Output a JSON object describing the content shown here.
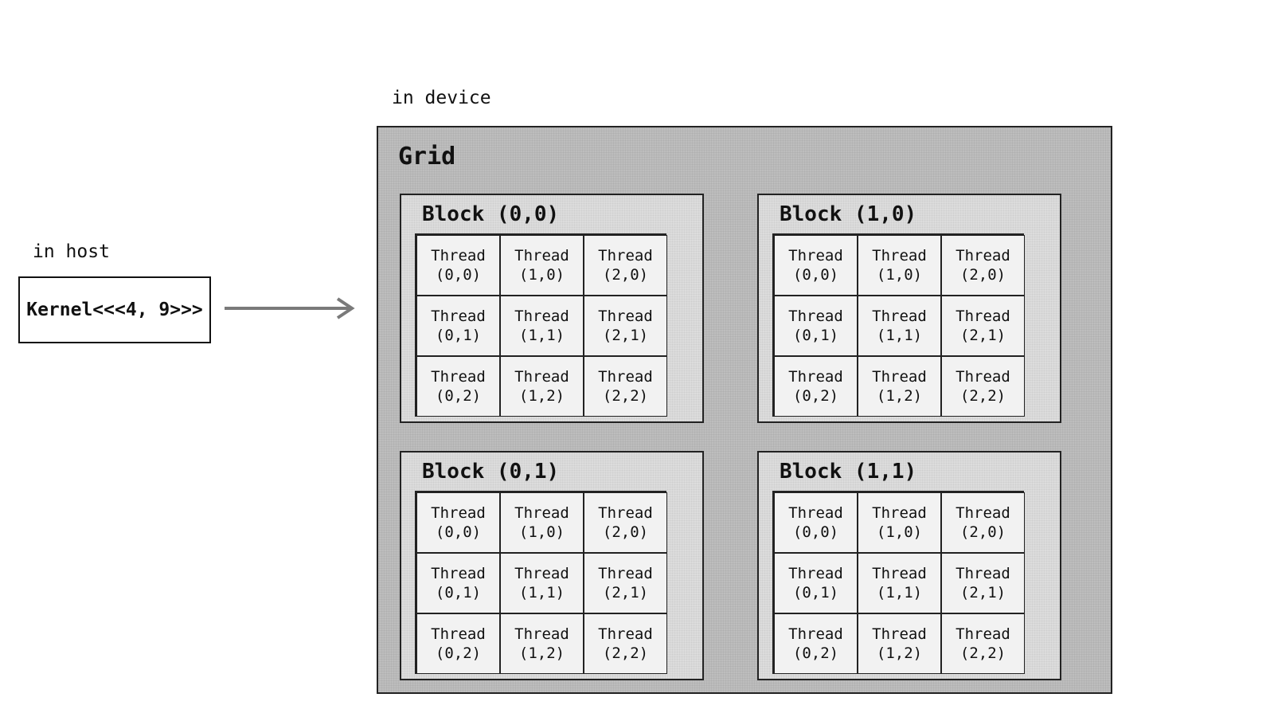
{
  "host": {
    "label": "in host",
    "kernel_call": "Kernel<<<4, 9>>>"
  },
  "device": {
    "label": "in device",
    "grid_title": "Grid",
    "blocks": [
      {
        "title": "Block (0,0)",
        "threads": [
          {
            "name": "Thread",
            "index": "(0,0)"
          },
          {
            "name": "Thread",
            "index": "(1,0)"
          },
          {
            "name": "Thread",
            "index": "(2,0)"
          },
          {
            "name": "Thread",
            "index": "(0,1)"
          },
          {
            "name": "Thread",
            "index": "(1,1)"
          },
          {
            "name": "Thread",
            "index": "(2,1)"
          },
          {
            "name": "Thread",
            "index": "(0,2)"
          },
          {
            "name": "Thread",
            "index": "(1,2)"
          },
          {
            "name": "Thread",
            "index": "(2,2)"
          }
        ]
      },
      {
        "title": "Block (1,0)",
        "threads": [
          {
            "name": "Thread",
            "index": "(0,0)"
          },
          {
            "name": "Thread",
            "index": "(1,0)"
          },
          {
            "name": "Thread",
            "index": "(2,0)"
          },
          {
            "name": "Thread",
            "index": "(0,1)"
          },
          {
            "name": "Thread",
            "index": "(1,1)"
          },
          {
            "name": "Thread",
            "index": "(2,1)"
          },
          {
            "name": "Thread",
            "index": "(0,2)"
          },
          {
            "name": "Thread",
            "index": "(1,2)"
          },
          {
            "name": "Thread",
            "index": "(2,2)"
          }
        ]
      },
      {
        "title": "Block (0,1)",
        "threads": [
          {
            "name": "Thread",
            "index": "(0,0)"
          },
          {
            "name": "Thread",
            "index": "(1,0)"
          },
          {
            "name": "Thread",
            "index": "(2,0)"
          },
          {
            "name": "Thread",
            "index": "(0,1)"
          },
          {
            "name": "Thread",
            "index": "(1,1)"
          },
          {
            "name": "Thread",
            "index": "(2,1)"
          },
          {
            "name": "Thread",
            "index": "(0,2)"
          },
          {
            "name": "Thread",
            "index": "(1,2)"
          },
          {
            "name": "Thread",
            "index": "(2,2)"
          }
        ]
      },
      {
        "title": "Block (1,1)",
        "threads": [
          {
            "name": "Thread",
            "index": "(0,0)"
          },
          {
            "name": "Thread",
            "index": "(1,0)"
          },
          {
            "name": "Thread",
            "index": "(2,0)"
          },
          {
            "name": "Thread",
            "index": "(0,1)"
          },
          {
            "name": "Thread",
            "index": "(1,1)"
          },
          {
            "name": "Thread",
            "index": "(2,1)"
          },
          {
            "name": "Thread",
            "index": "(0,2)"
          },
          {
            "name": "Thread",
            "index": "(1,2)"
          },
          {
            "name": "Thread",
            "index": "(2,2)"
          }
        ]
      }
    ]
  },
  "colors": {
    "grid_fill": "#bdbdbd",
    "block_fill": "#dcdcdc",
    "thread_fill": "#f2f2f2",
    "arrow": "#7a7a7a",
    "stroke": "#222222"
  }
}
